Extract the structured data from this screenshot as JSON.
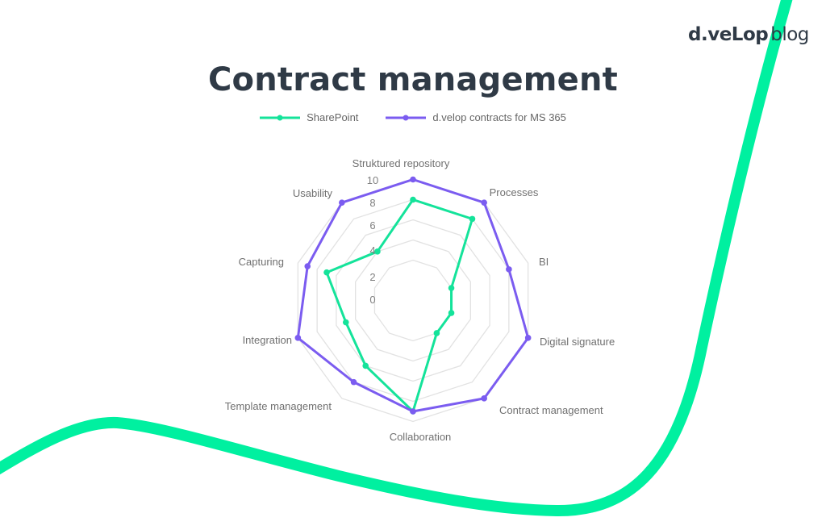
{
  "brand": {
    "name": "d.veLop",
    "suffix": "blog"
  },
  "colors": {
    "sharepoint": "#14e39a",
    "dvelop": "#7b5cf0",
    "grid": "#e2e2e2",
    "decor_curve": "#00f0a0",
    "text_dark": "#2f3a46"
  },
  "chart_data": {
    "type": "radar",
    "title": "Contract management",
    "categories": [
      "Struktured repository",
      "Processes",
      "BI",
      "Digital signature",
      "Contract management",
      "Collaboration",
      "Template management",
      "Integration",
      "Capturing",
      "Usability"
    ],
    "series": [
      {
        "name": "SharePoint",
        "values": [
          8,
          8,
          2,
          2,
          2,
          9,
          6,
          5,
          7,
          4
        ]
      },
      {
        "name": "d.velop contracts for MS 365",
        "values": [
          10,
          10,
          8,
          10,
          10,
          9,
          8,
          10,
          9,
          10
        ]
      }
    ],
    "radial_ticks": [
      "0",
      "2",
      "4",
      "6",
      "8",
      "10"
    ],
    "rlim": [
      0,
      10
    ],
    "grid": true,
    "legend_position": "top"
  },
  "legend": [
    {
      "label": "SharePoint"
    },
    {
      "label": "d.velop contracts for MS 365"
    }
  ]
}
